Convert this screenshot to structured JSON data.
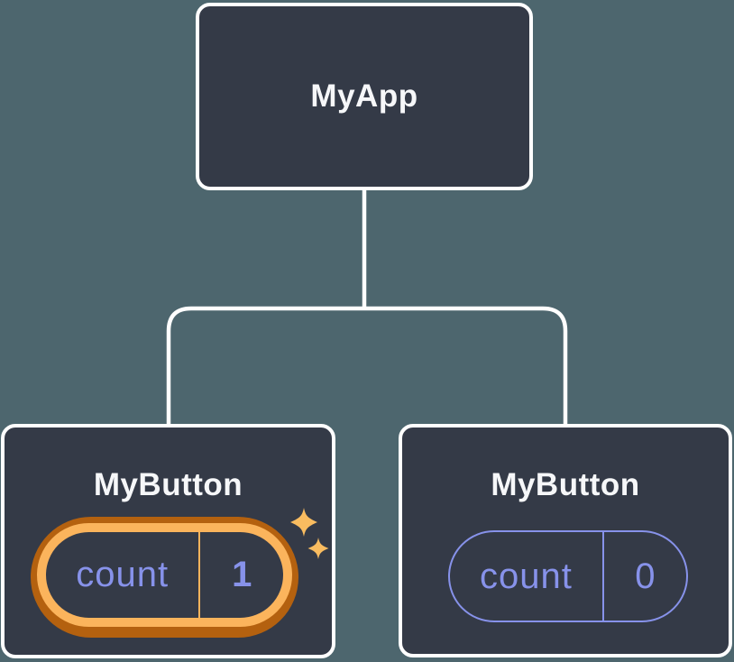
{
  "diagram": {
    "type": "react-component-tree",
    "description_visible": false
  },
  "tree": {
    "root": {
      "label": "MyApp"
    },
    "children": [
      {
        "label": "MyButton",
        "prop_label": "count",
        "value": "1",
        "highlighted": true,
        "icon": "sparkles-icon"
      },
      {
        "label": "MyButton",
        "prop_label": "count",
        "value": "0",
        "highlighted": false
      }
    ]
  },
  "colors": {
    "teal-bg": "#4d666e",
    "node-fill": "#343a47",
    "node-border": "#ffffff",
    "periwinkle": "#8792ea",
    "orange-light": "#fbb45c",
    "orange-dark": "#b4610f",
    "sparkle": "#f9bc60",
    "label-text": "#f6f7f9"
  }
}
